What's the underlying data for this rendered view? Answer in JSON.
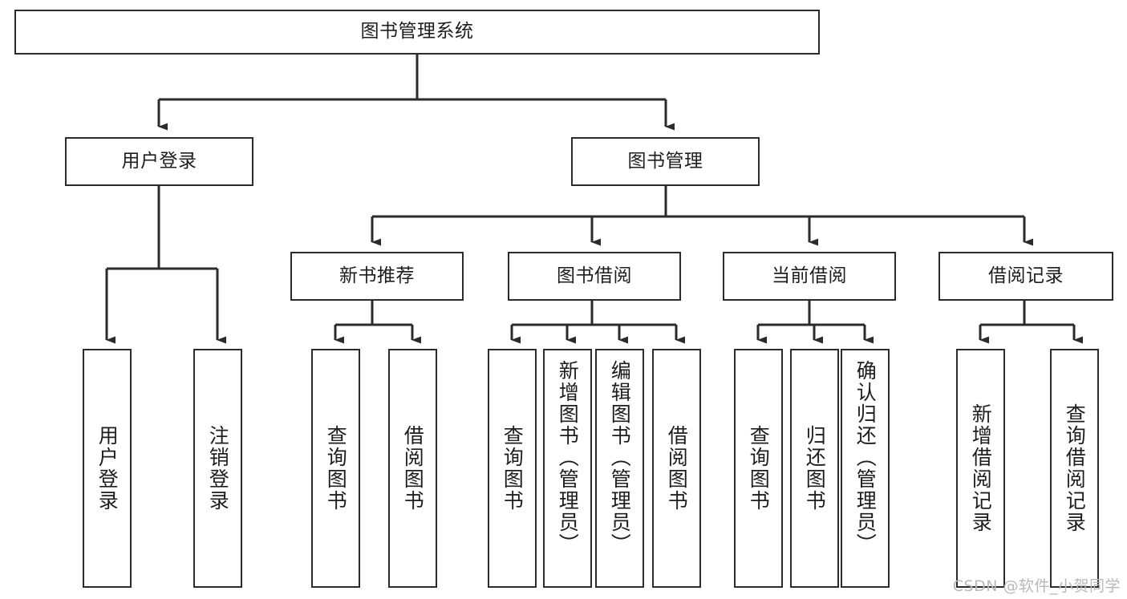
{
  "diagram": {
    "title": "图书管理系统",
    "type": "tree-hierarchy-chart",
    "watermark": "CSDN @软件_小贺同学",
    "root": {
      "id": "root",
      "label": "图书管理系统"
    },
    "level2": [
      {
        "id": "user-login",
        "label": "用户登录"
      },
      {
        "id": "book-management",
        "label": "图书管理"
      }
    ],
    "level3": [
      {
        "id": "new-book-recommend",
        "label": "新书推荐",
        "parent": "book-management"
      },
      {
        "id": "book-borrow",
        "label": "图书借阅",
        "parent": "book-management"
      },
      {
        "id": "current-borrow",
        "label": "当前借阅",
        "parent": "book-management"
      },
      {
        "id": "borrow-record",
        "label": "借阅记录",
        "parent": "book-management"
      }
    ],
    "leaves": [
      {
        "id": "leaf-user-login",
        "label": "用户登录",
        "parent": "user-login"
      },
      {
        "id": "leaf-logout-login",
        "label": "注销登录",
        "parent": "user-login"
      },
      {
        "id": "leaf-query-book-1",
        "label": "查询图书",
        "parent": "new-book-recommend"
      },
      {
        "id": "leaf-borrow-book-1",
        "label": "借阅图书",
        "parent": "new-book-recommend"
      },
      {
        "id": "leaf-query-book-2",
        "label": "查询图书",
        "parent": "book-borrow"
      },
      {
        "id": "leaf-add-book",
        "label": "新增图书（管理员）",
        "parent": "book-borrow"
      },
      {
        "id": "leaf-edit-book",
        "label": "编辑图书（管理员）",
        "parent": "book-borrow"
      },
      {
        "id": "leaf-borrow-book-2",
        "label": "借阅图书",
        "parent": "book-borrow"
      },
      {
        "id": "leaf-query-book-3",
        "label": "查询图书",
        "parent": "current-borrow"
      },
      {
        "id": "leaf-return-book",
        "label": "归还图书",
        "parent": "current-borrow"
      },
      {
        "id": "leaf-confirm-return",
        "label": "确认归还（管理员）",
        "parent": "current-borrow"
      },
      {
        "id": "leaf-add-record",
        "label": "新增借阅记录",
        "parent": "borrow-record"
      },
      {
        "id": "leaf-query-record",
        "label": "查询借阅记录",
        "parent": "borrow-record"
      }
    ],
    "colors": {
      "stroke": "#2b2b2b",
      "fill": "#ffffff",
      "text": "#1d1d1d",
      "watermark": "#b9b9b9"
    }
  }
}
